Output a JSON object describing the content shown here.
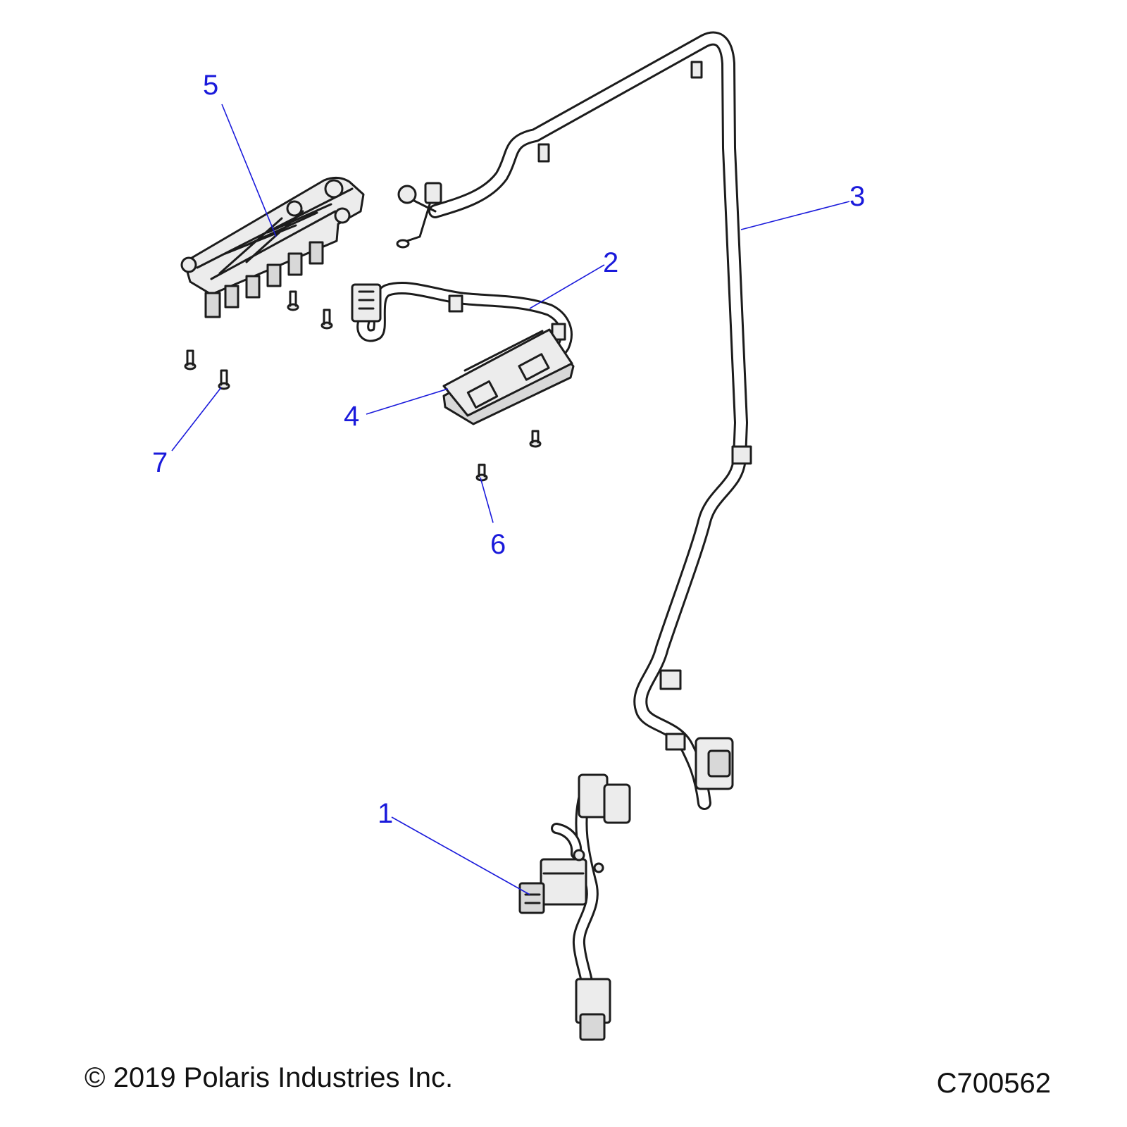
{
  "callouts": {
    "c1": "1",
    "c2": "2",
    "c3": "3",
    "c4": "4",
    "c5": "5",
    "c6": "6",
    "c7": "7"
  },
  "footer": {
    "copyright": "© 2019 Polaris Industries Inc.",
    "figure_code": "C700562"
  },
  "colors": {
    "callout": "#1a1adb",
    "linework": "#1c1c1c",
    "background": "#ffffff"
  }
}
